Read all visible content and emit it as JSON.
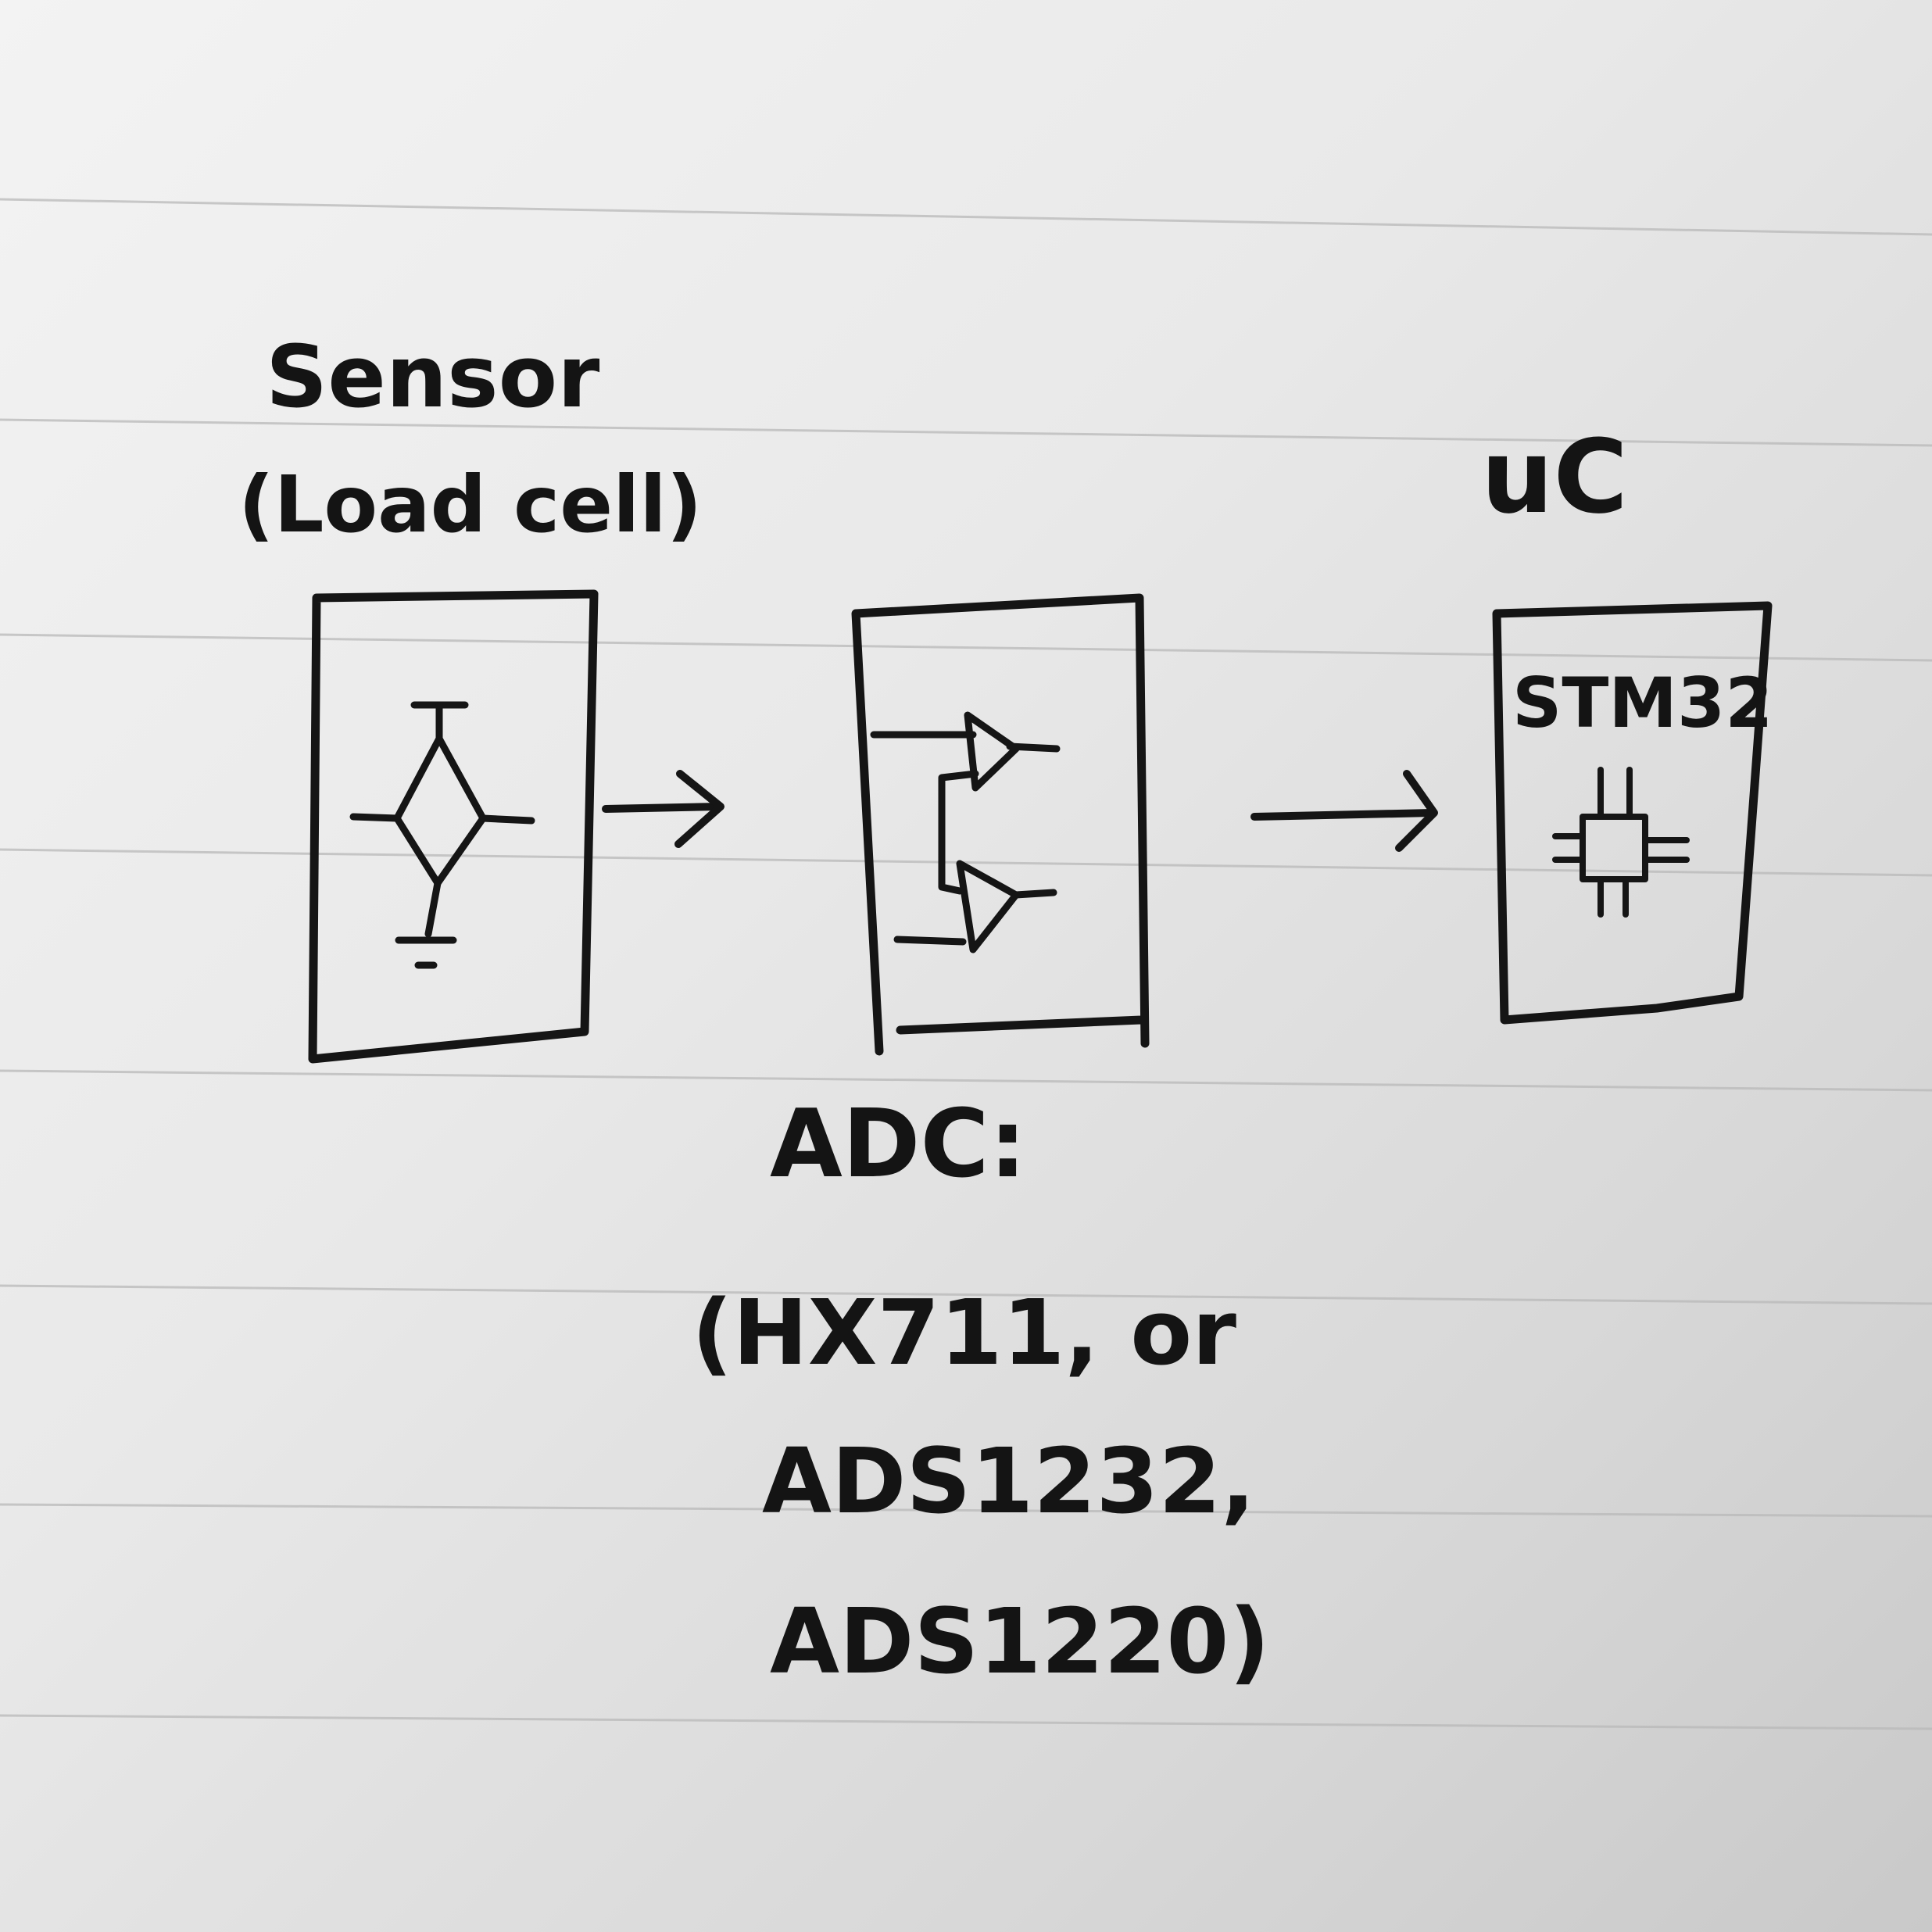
{
  "labels": {
    "sensor_title": "Sensor",
    "sensor_subtitle": "(Load cell)",
    "mcu_title": "uC",
    "mcu_chip": "STM32",
    "adc_title": "ADC:",
    "adc_options_line1": "(HX711, or",
    "adc_options_line2": "ADS1232,",
    "adc_options_line3": "ADS1220)"
  },
  "colors": {
    "ink": "#151515",
    "paper": "#ececec",
    "rule_line": "#b9b9b9"
  },
  "icons": {
    "sensor_symbol": "wheatstone-bridge-icon",
    "adc_symbol": "amplifier-icon",
    "mcu_symbol": "chip-icon",
    "connector": "arrow-right-icon"
  }
}
